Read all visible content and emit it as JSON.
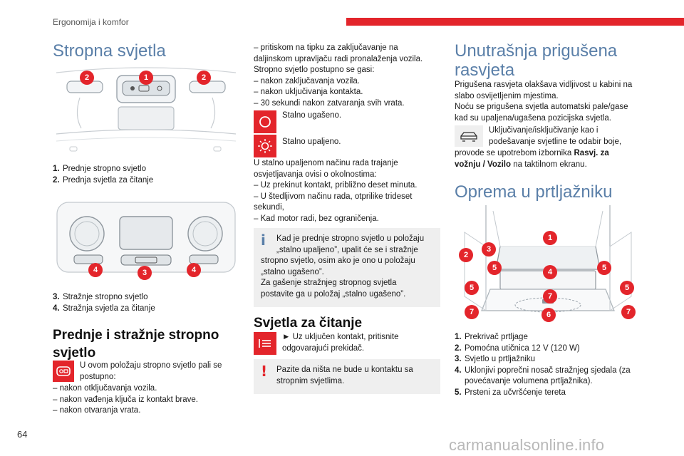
{
  "header": {
    "section": "Ergonomija i komfor"
  },
  "page_number": "64",
  "watermark": "carmanualsonline.info",
  "col1": {
    "title": "Stropna svjetla",
    "fig1_badges": [
      "2",
      "1",
      "2"
    ],
    "fig1_legend": [
      {
        "n": "1.",
        "text": "Prednje stropno svjetlo"
      },
      {
        "n": "2.",
        "text": "Prednja svjetla za čitanje"
      }
    ],
    "fig2_badges": [
      "4",
      "3",
      "4"
    ],
    "fig2_legend": [
      {
        "n": "3.",
        "text": "Stražnje stropno svjetlo"
      },
      {
        "n": "4.",
        "text": "Stražnja svjetla za čitanje"
      }
    ],
    "subtitle": "Prednje i stražnje stropno svjetlo",
    "intro_icon": "door-light-icon",
    "intro_lines": [
      "U ovom položaju stropno svjetlo pali se",
      "postupno:"
    ],
    "list": [
      "– nakon otključavanja vozila.",
      "– nakon vađenja ključa iz kontakt brave.",
      "– nakon otvaranja vrata."
    ]
  },
  "col2": {
    "lines_top": [
      "– pritiskom na tipku za zaključavanje na",
      "daljinskom upravljaču radi pronalaženja vozila.",
      "Stropno svjetlo postupno se gasi:",
      "– nakon zaključavanja vozila.",
      "– nakon uključivanja kontakta.",
      "– 30 sekundi nakon zatvaranja svih vrata."
    ],
    "off_icon": "light-off-icon",
    "off_text": "Stalno ugašeno.",
    "on_icon": "light-on-icon",
    "on_text": "Stalno upaljeno.",
    "lines_mid": [
      "U stalno upaljenom načinu rada trajanje",
      "osvjetljavanja ovisi o okolnostima:",
      "– Uz prekinut kontakt, približno deset minuta.",
      "– U štedljivom načinu rada, otprilike trideset",
      "sekundi,",
      "– Kad motor radi, bez ograničenja."
    ],
    "info_mark": "i",
    "info_lines": [
      "Kad je prednje stropno svjetlo u položaju",
      "„stalno upaljeno”, upalit će se i stražnje",
      "stropno svjetlo, osim ako je ono u položaju",
      "„stalno ugašeno”.",
      "Za gašenje stražnjeg stropnog svjetla",
      "postavite ga u položaj „stalno ugašeno”."
    ],
    "reading_title": "Svjetla za čitanje",
    "reading_icon": "reading-light-icon",
    "reading_lines": [
      "► Uz uključen kontakt, pritisnite",
      "odgovarajući prekidač."
    ],
    "warn_mark": "!",
    "warn_lines": [
      "Pazite da ništa ne bude u kontaktu sa",
      "stropnim svjetlima."
    ]
  },
  "col3": {
    "ambient_title_1": "Unutrašnja prigušena",
    "ambient_title_2": "rasvjeta",
    "ambient_lines": [
      "Prigušena rasvjeta olakšava vidljivost u kabini na",
      "slabo osvijetljenim mjestima.",
      "Noću se prigušena svjetla automatski pale/gase",
      "kad su upaljena/ugašena pozicijska svjetla."
    ],
    "car_icon": "car-icon",
    "car_lines": [
      "Uključivanje/isključivanje kao i",
      "podešavanje svjetline te odabir boje,"
    ],
    "menu_line_pre": "provode se upotrebom izbornika ",
    "menu_bold_1": "Rasvj. za",
    "menu_bold_2": "vožnju / Vozilo",
    "menu_line_post": " na taktilnom ekranu.",
    "trunk_title": "Oprema u prtljažniku",
    "trunk_badges": [
      "1",
      "2",
      "3",
      "5",
      "4",
      "5",
      "5",
      "7",
      "5",
      "7",
      "6",
      "7"
    ],
    "trunk_legend": [
      {
        "n": "1.",
        "text": "Prekrivač prtljage"
      },
      {
        "n": "2.",
        "text": "Pomoćna utičnica 12 V (120 W)"
      },
      {
        "n": "3.",
        "text": "Svjetlo u prtljažniku"
      },
      {
        "n": "4.",
        "text": "Uklonjivi poprečni nosač stražnjeg sjedala (za"
      },
      {
        "n": "",
        "text": "povećavanje volumena prtljažnika)."
      },
      {
        "n": "5.",
        "text": "Prsteni za učvršćenje tereta"
      }
    ]
  }
}
